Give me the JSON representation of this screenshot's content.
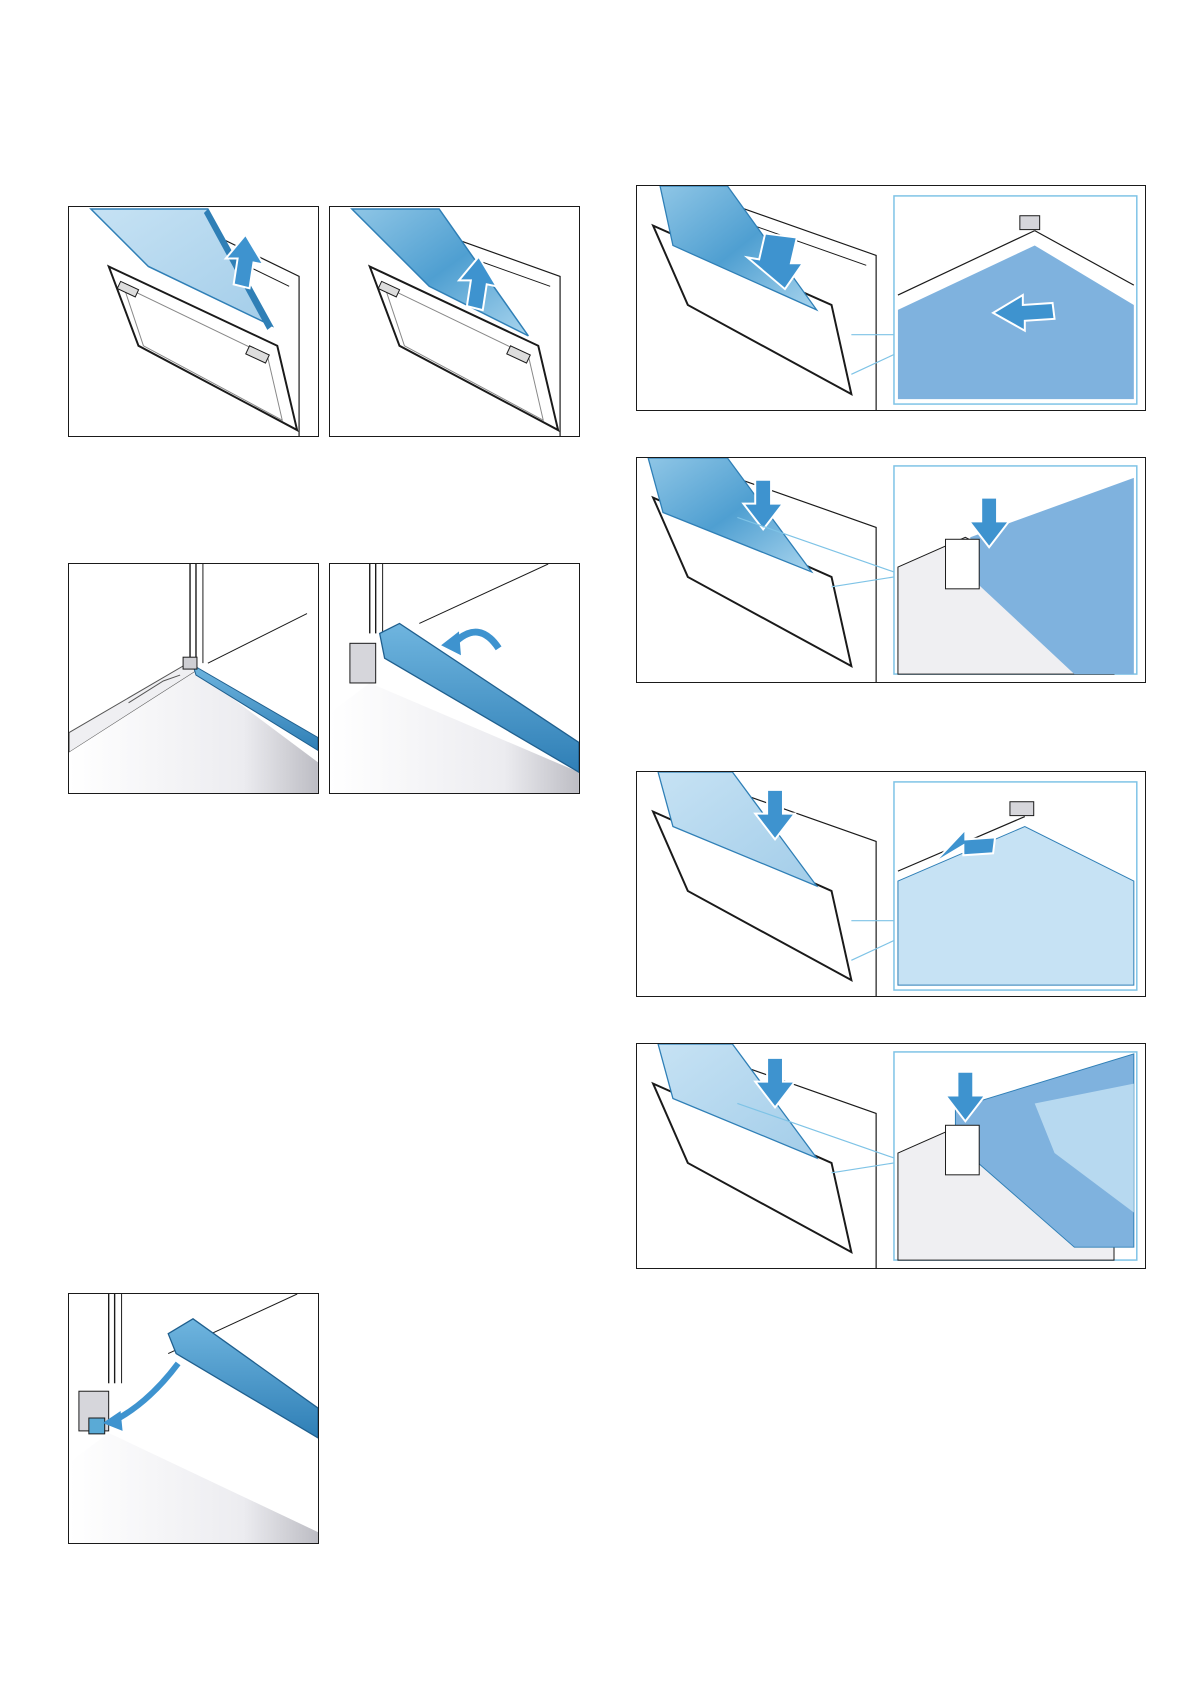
{
  "page": {
    "background": "#ffffff",
    "colors": {
      "glass_light": "#a8d3ea",
      "glass_mid": "#5aaad6",
      "glass_dark": "#2f7fb6",
      "arrow": "#3e93cf",
      "detail_fill": "#7fb2de",
      "detail_frame": "#7ec3e6",
      "ink": "#1a1a1a"
    }
  },
  "figures": [
    {
      "id": "lift-outer-pane",
      "icon": "arrow-up-icon"
    },
    {
      "id": "lift-inner-pane",
      "icon": "arrow-up-icon"
    },
    {
      "id": "seal-in-corner",
      "icon": "none"
    },
    {
      "id": "fold-seal-up",
      "icon": "curved-arrow-icon"
    },
    {
      "id": "remove-clip",
      "icon": "curved-arrow-icon"
    },
    {
      "id": "insert-pane-slide-in",
      "icon": "arrow-down-icon"
    },
    {
      "id": "insert-pane-press-down",
      "icon": "arrow-down-icon"
    },
    {
      "id": "insert-outer-slide-in",
      "icon": "arrow-down-icon"
    },
    {
      "id": "insert-outer-press-down",
      "icon": "arrow-down-icon"
    }
  ]
}
